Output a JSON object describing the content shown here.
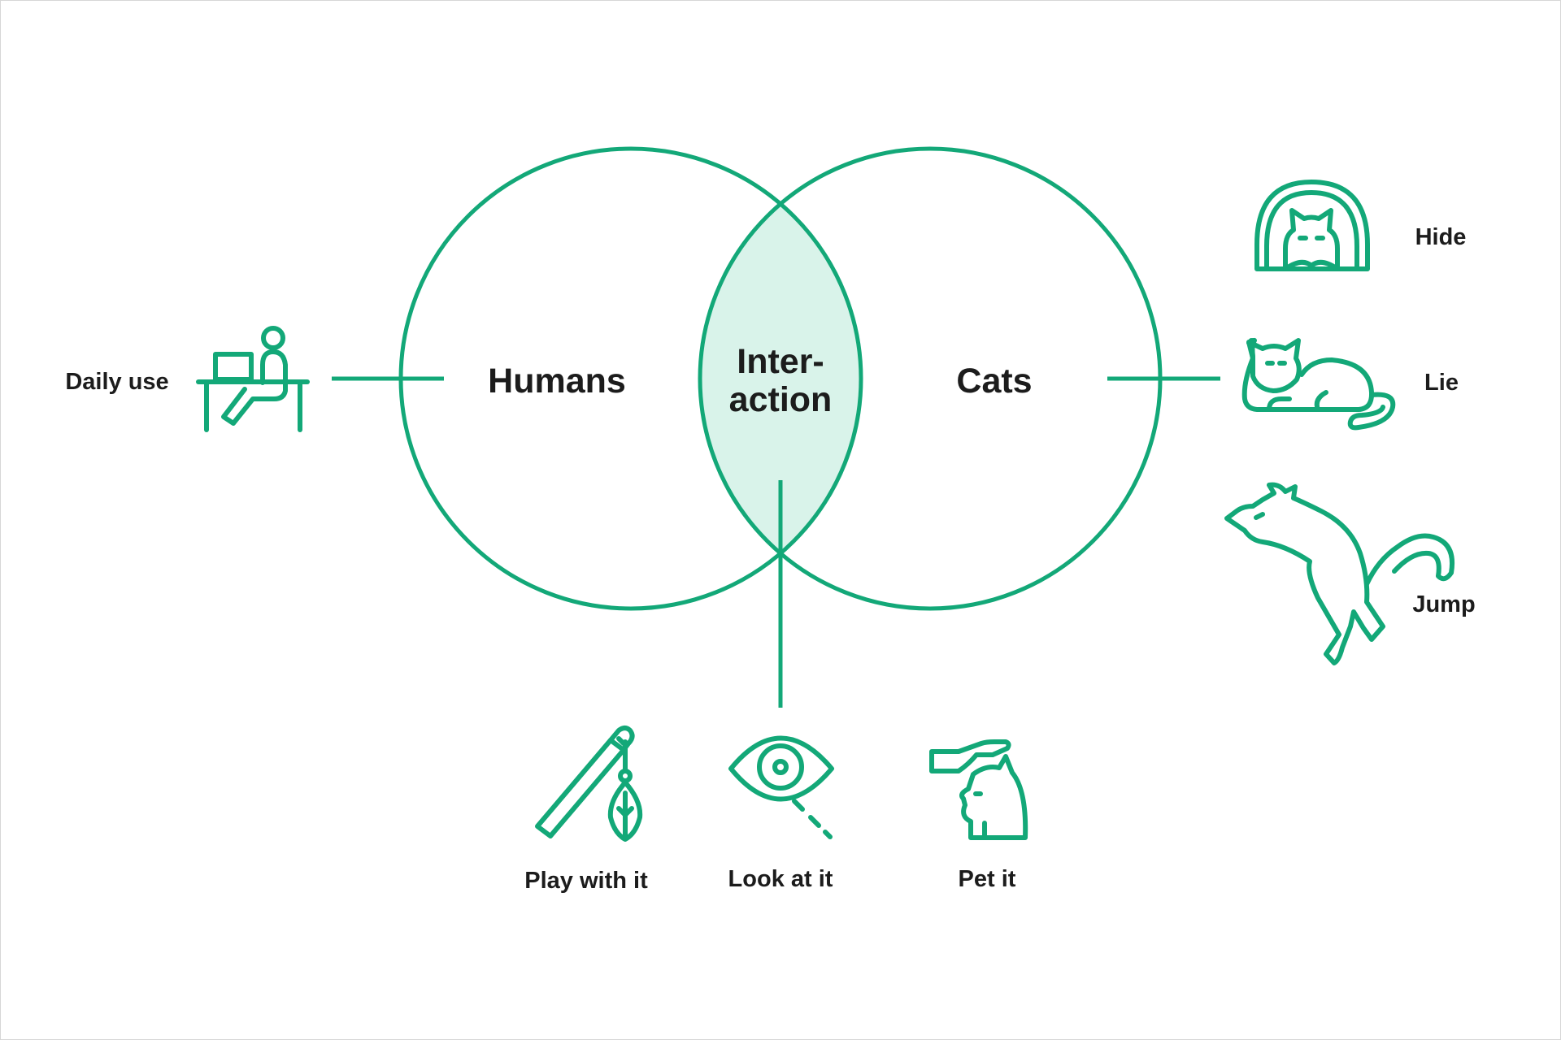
{
  "diagram": {
    "sets": {
      "left": "Humans",
      "right": "Cats",
      "overlap_line1": "Inter-",
      "overlap_line2": "action"
    },
    "left_items": [
      {
        "label": "Daily use",
        "icon": "person-at-desk-icon"
      }
    ],
    "right_items": [
      {
        "label": "Hide",
        "icon": "cat-in-tunnel-icon"
      },
      {
        "label": "Lie",
        "icon": "lying-cat-icon"
      },
      {
        "label": "Jump",
        "icon": "jumping-cat-icon"
      }
    ],
    "overlap_items": [
      {
        "label": "Play with it",
        "icon": "feather-wand-icon"
      },
      {
        "label": "Look at it",
        "icon": "eye-icon"
      },
      {
        "label": "Pet it",
        "icon": "hand-petting-cat-icon"
      }
    ]
  },
  "colors": {
    "accent": "#13a878",
    "overlap_fill": "#d9f3ea",
    "text": "#1c1c1c",
    "border": "#d6d6d6"
  }
}
